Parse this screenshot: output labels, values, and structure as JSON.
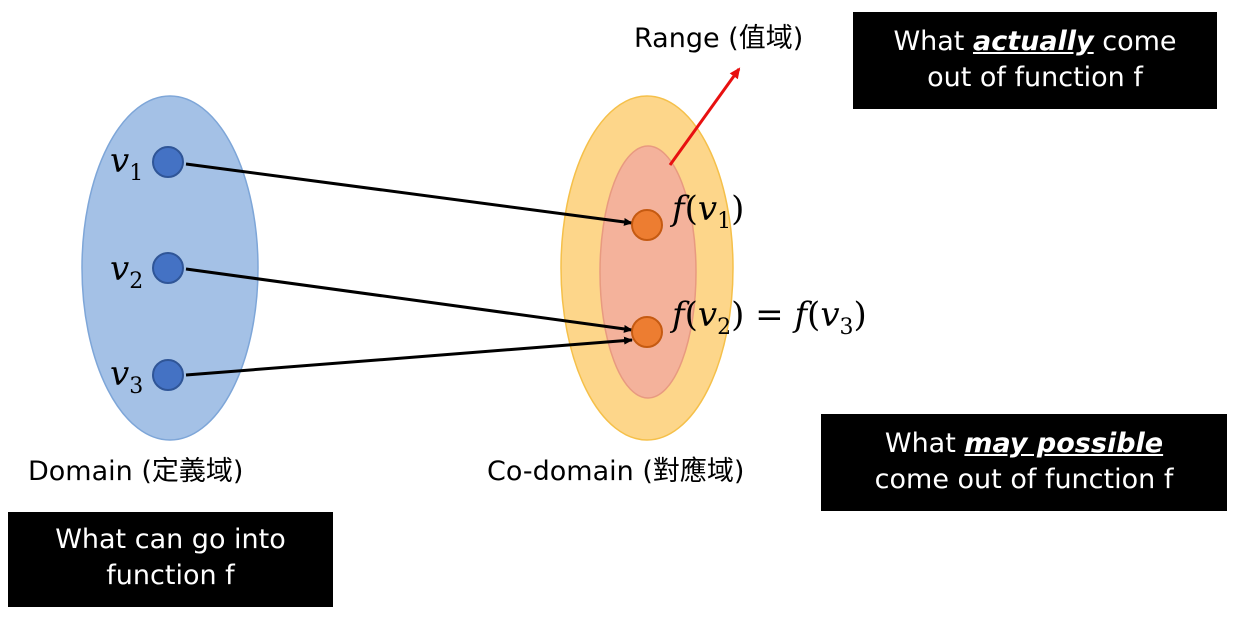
{
  "domain": {
    "points": [
      "v1",
      "v2",
      "v3"
    ],
    "label": "Domain (定義域)",
    "note": {
      "line1": "What can go into",
      "line2": "function f"
    }
  },
  "codomain": {
    "label": "Co-domain (對應域)",
    "note": {
      "pre": "What ",
      "emphasis": "may possible",
      "line2": "come out of function f"
    }
  },
  "range": {
    "label": "Range (值域)",
    "note": {
      "pre": "What ",
      "emphasis": "actually",
      "post": " come",
      "line2": "out of function f"
    }
  },
  "images": {
    "first": "f(v1)",
    "second": "f(v2) = f(v3)"
  },
  "mappings": [
    {
      "from": "v1",
      "to": "f(v1)"
    },
    {
      "from": "v2",
      "to": "f(v2)"
    },
    {
      "from": "v3",
      "to": "f(v3)"
    }
  ],
  "colors": {
    "domain_fill": "#a4c1e6",
    "domain_point": "#4472c4",
    "codomain_fill": "#fdd68a",
    "range_fill": "#f4b29b",
    "image_point": "#ed7d31",
    "mapping_arrow": "#000000",
    "range_arrow": "#e81010",
    "note_background": "#000000"
  }
}
